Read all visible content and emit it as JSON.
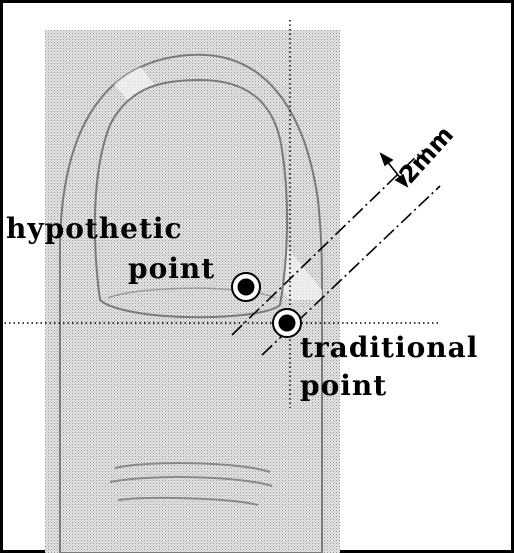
{
  "labels": {
    "hypothetic_line1": "hypothetic",
    "hypothetic_line2": "point",
    "traditional_line1": "traditional",
    "traditional_line2": "point",
    "distance": "2mm"
  },
  "colors": {
    "background": "#ffffff",
    "finger_fill": "#d4d4d4",
    "outline": "#7a7a7a",
    "guide_line": "#000000",
    "point": "#000000"
  }
}
